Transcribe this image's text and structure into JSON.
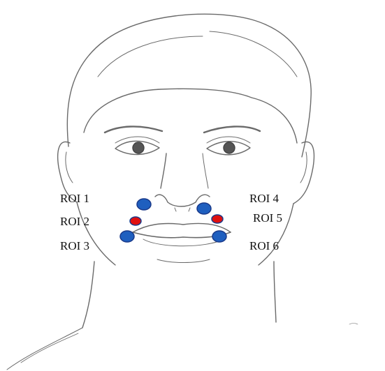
{
  "labels": {
    "roi1": "ROI 1",
    "roi2": "ROI 2",
    "roi3": "ROI 3",
    "roi4": "ROI 4",
    "roi5": "ROI  5",
    "roi6": "ROI 6"
  },
  "colors": {
    "blue_marker": "#1f5fbf",
    "red_marker": "#e01010",
    "marker_outline": "#1a3a8a",
    "sketch_line": "#6a6a6a"
  }
}
